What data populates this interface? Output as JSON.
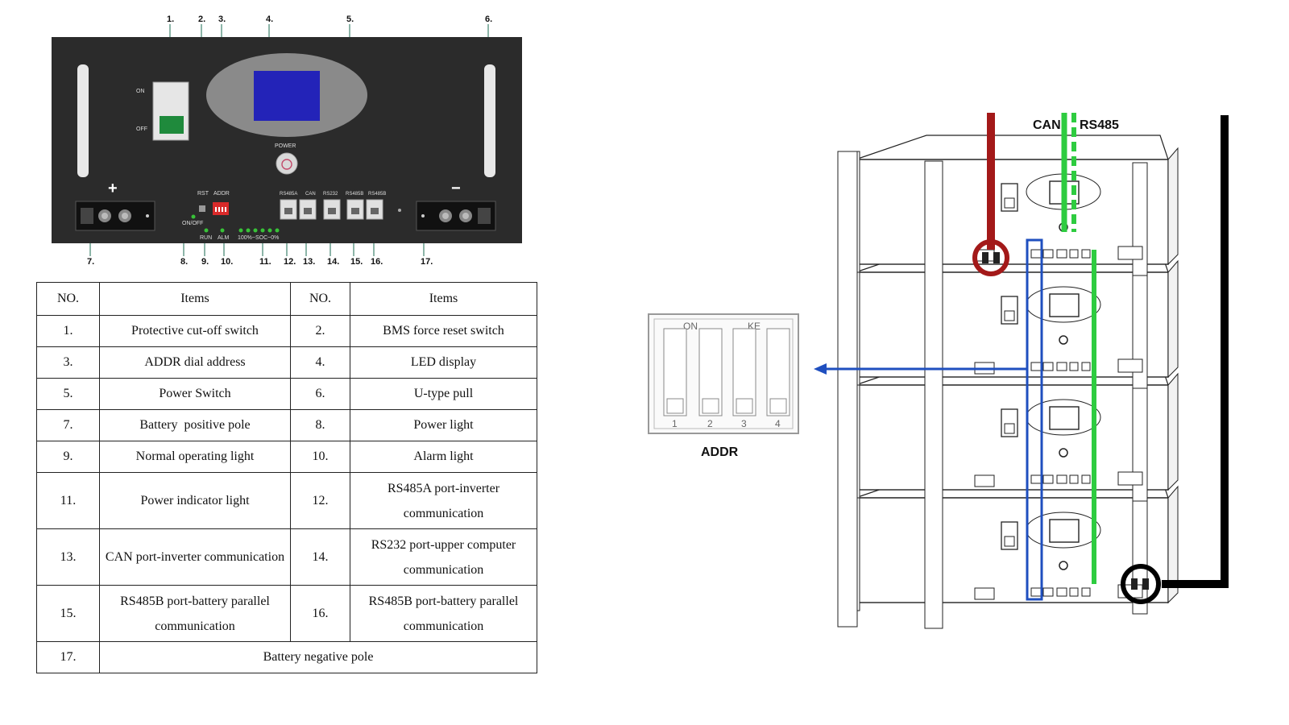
{
  "panel": {
    "callout_numbers": [
      "1.",
      "2.",
      "3.",
      "4.",
      "5.",
      "6.",
      "7.",
      "8.",
      "9.",
      "10.",
      "11.",
      "12.",
      "13.",
      "14.",
      "15.",
      "16.",
      "17."
    ],
    "labels": {
      "on": "ON",
      "off": "OFF",
      "power": "POWER",
      "rst": "RST",
      "addr": "ADDR",
      "on_off": "ON/OFF",
      "run": "RUN",
      "alm": "ALM",
      "soc": "100%~SOC~0%",
      "rs485a": "RS485A",
      "can": "CAN",
      "rs232": "RS232",
      "rs485b1": "RS485B",
      "rs485b2": "RS485B",
      "plus": "+",
      "minus": "−"
    },
    "colors": {
      "panel": "#2b2b2b",
      "display": "#2323b8",
      "dip": "#d92a2a",
      "led": "#38c238",
      "leader": "#1a6b52"
    }
  },
  "table": {
    "headers": [
      "NO.",
      "Items",
      "NO.",
      "Items"
    ],
    "rows": [
      [
        "1.",
        "Protective cut-off switch",
        "2.",
        "BMS force reset switch"
      ],
      [
        "3.",
        "ADDR dial address",
        "4.",
        "LED display"
      ],
      [
        "5.",
        "Power Switch",
        "6.",
        "U-type pull"
      ],
      [
        "7.",
        "Battery  positive pole",
        "8.",
        "Power light"
      ],
      [
        "9.",
        "Normal operating light",
        "10.",
        "Alarm light"
      ],
      [
        "11.",
        "Power indicator light",
        "12.",
        "RS485A port-inverter communication"
      ],
      [
        "13.",
        "CAN port-inverter communication",
        "14.",
        "RS232 port-upper computer communication"
      ],
      [
        "15.",
        "RS485B port-battery parallel communication",
        "16.",
        "RS485B port-battery parallel communication"
      ]
    ],
    "last_row": [
      "17.",
      "Battery negative pole"
    ]
  },
  "stack": {
    "labels": {
      "can": "CAN",
      "rs485": "RS485",
      "addr": "ADDR"
    },
    "dip": {
      "on": "ON",
      "ke": "KE",
      "switch_numbers": [
        "1",
        "2",
        "3",
        "4"
      ]
    },
    "colors": {
      "positive": "#a31919",
      "negative": "#000000",
      "comm": "#2ecc40",
      "addr": "#1f4fbf"
    }
  }
}
